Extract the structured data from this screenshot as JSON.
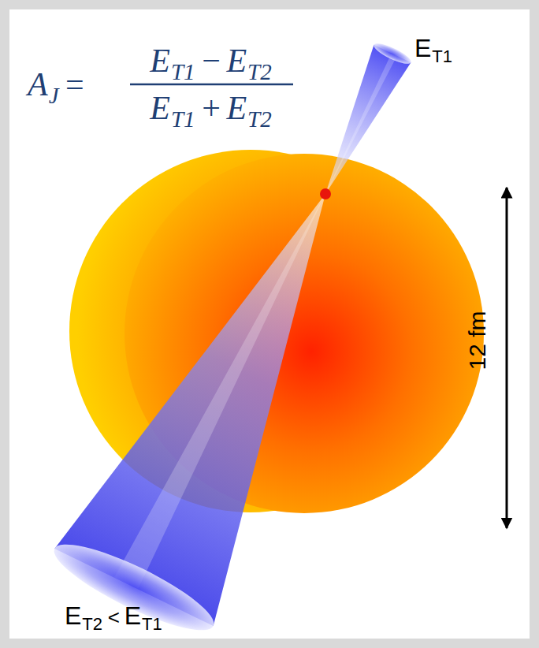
{
  "diagram": {
    "labels": [
      "A",
      "J",
      "=",
      "E",
      "T1",
      "−",
      "E",
      "T2",
      "E",
      "T1",
      "+",
      "E",
      "T2",
      "E",
      "T1",
      "E",
      "T2",
      "<",
      "E",
      "T1",
      "12 fm"
    ]
  }
}
